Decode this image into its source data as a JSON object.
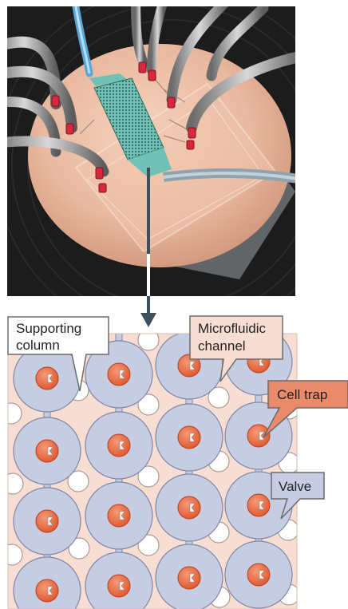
{
  "labels": {
    "supporting_column": [
      "Supporting",
      "column"
    ],
    "microfluidic_channel": [
      "Microfluidic",
      "channel"
    ],
    "cell_trap": "Cell trap",
    "valve": "Valve"
  },
  "grid": {
    "valve_columns": 4,
    "valve_rows": 4,
    "cells_trapped": 16
  },
  "colors": {
    "photo_background": "#1c1c1c",
    "wafer": "#e9b9a0",
    "chip_pattern": "#6fc2b5",
    "inlet_tubing": "#5aa6d8",
    "connector_pin": "#d9283c",
    "channel_fill": "#f7ddd2",
    "valve_fill": "#c6cde3",
    "valve_stroke": "#7d87a8",
    "cell_fill": "#e8693f",
    "cell_stroke": "#b8411f",
    "column_fill": "#ffffff",
    "arrow": "#3e4f5e",
    "callout_valve": "#c6cde3",
    "callout_cell_trap": "#e98a6a",
    "callout_channel": "#f7ddd2",
    "callout_column": "#ffffff"
  },
  "icons": [
    "downward-arrow-icon"
  ]
}
